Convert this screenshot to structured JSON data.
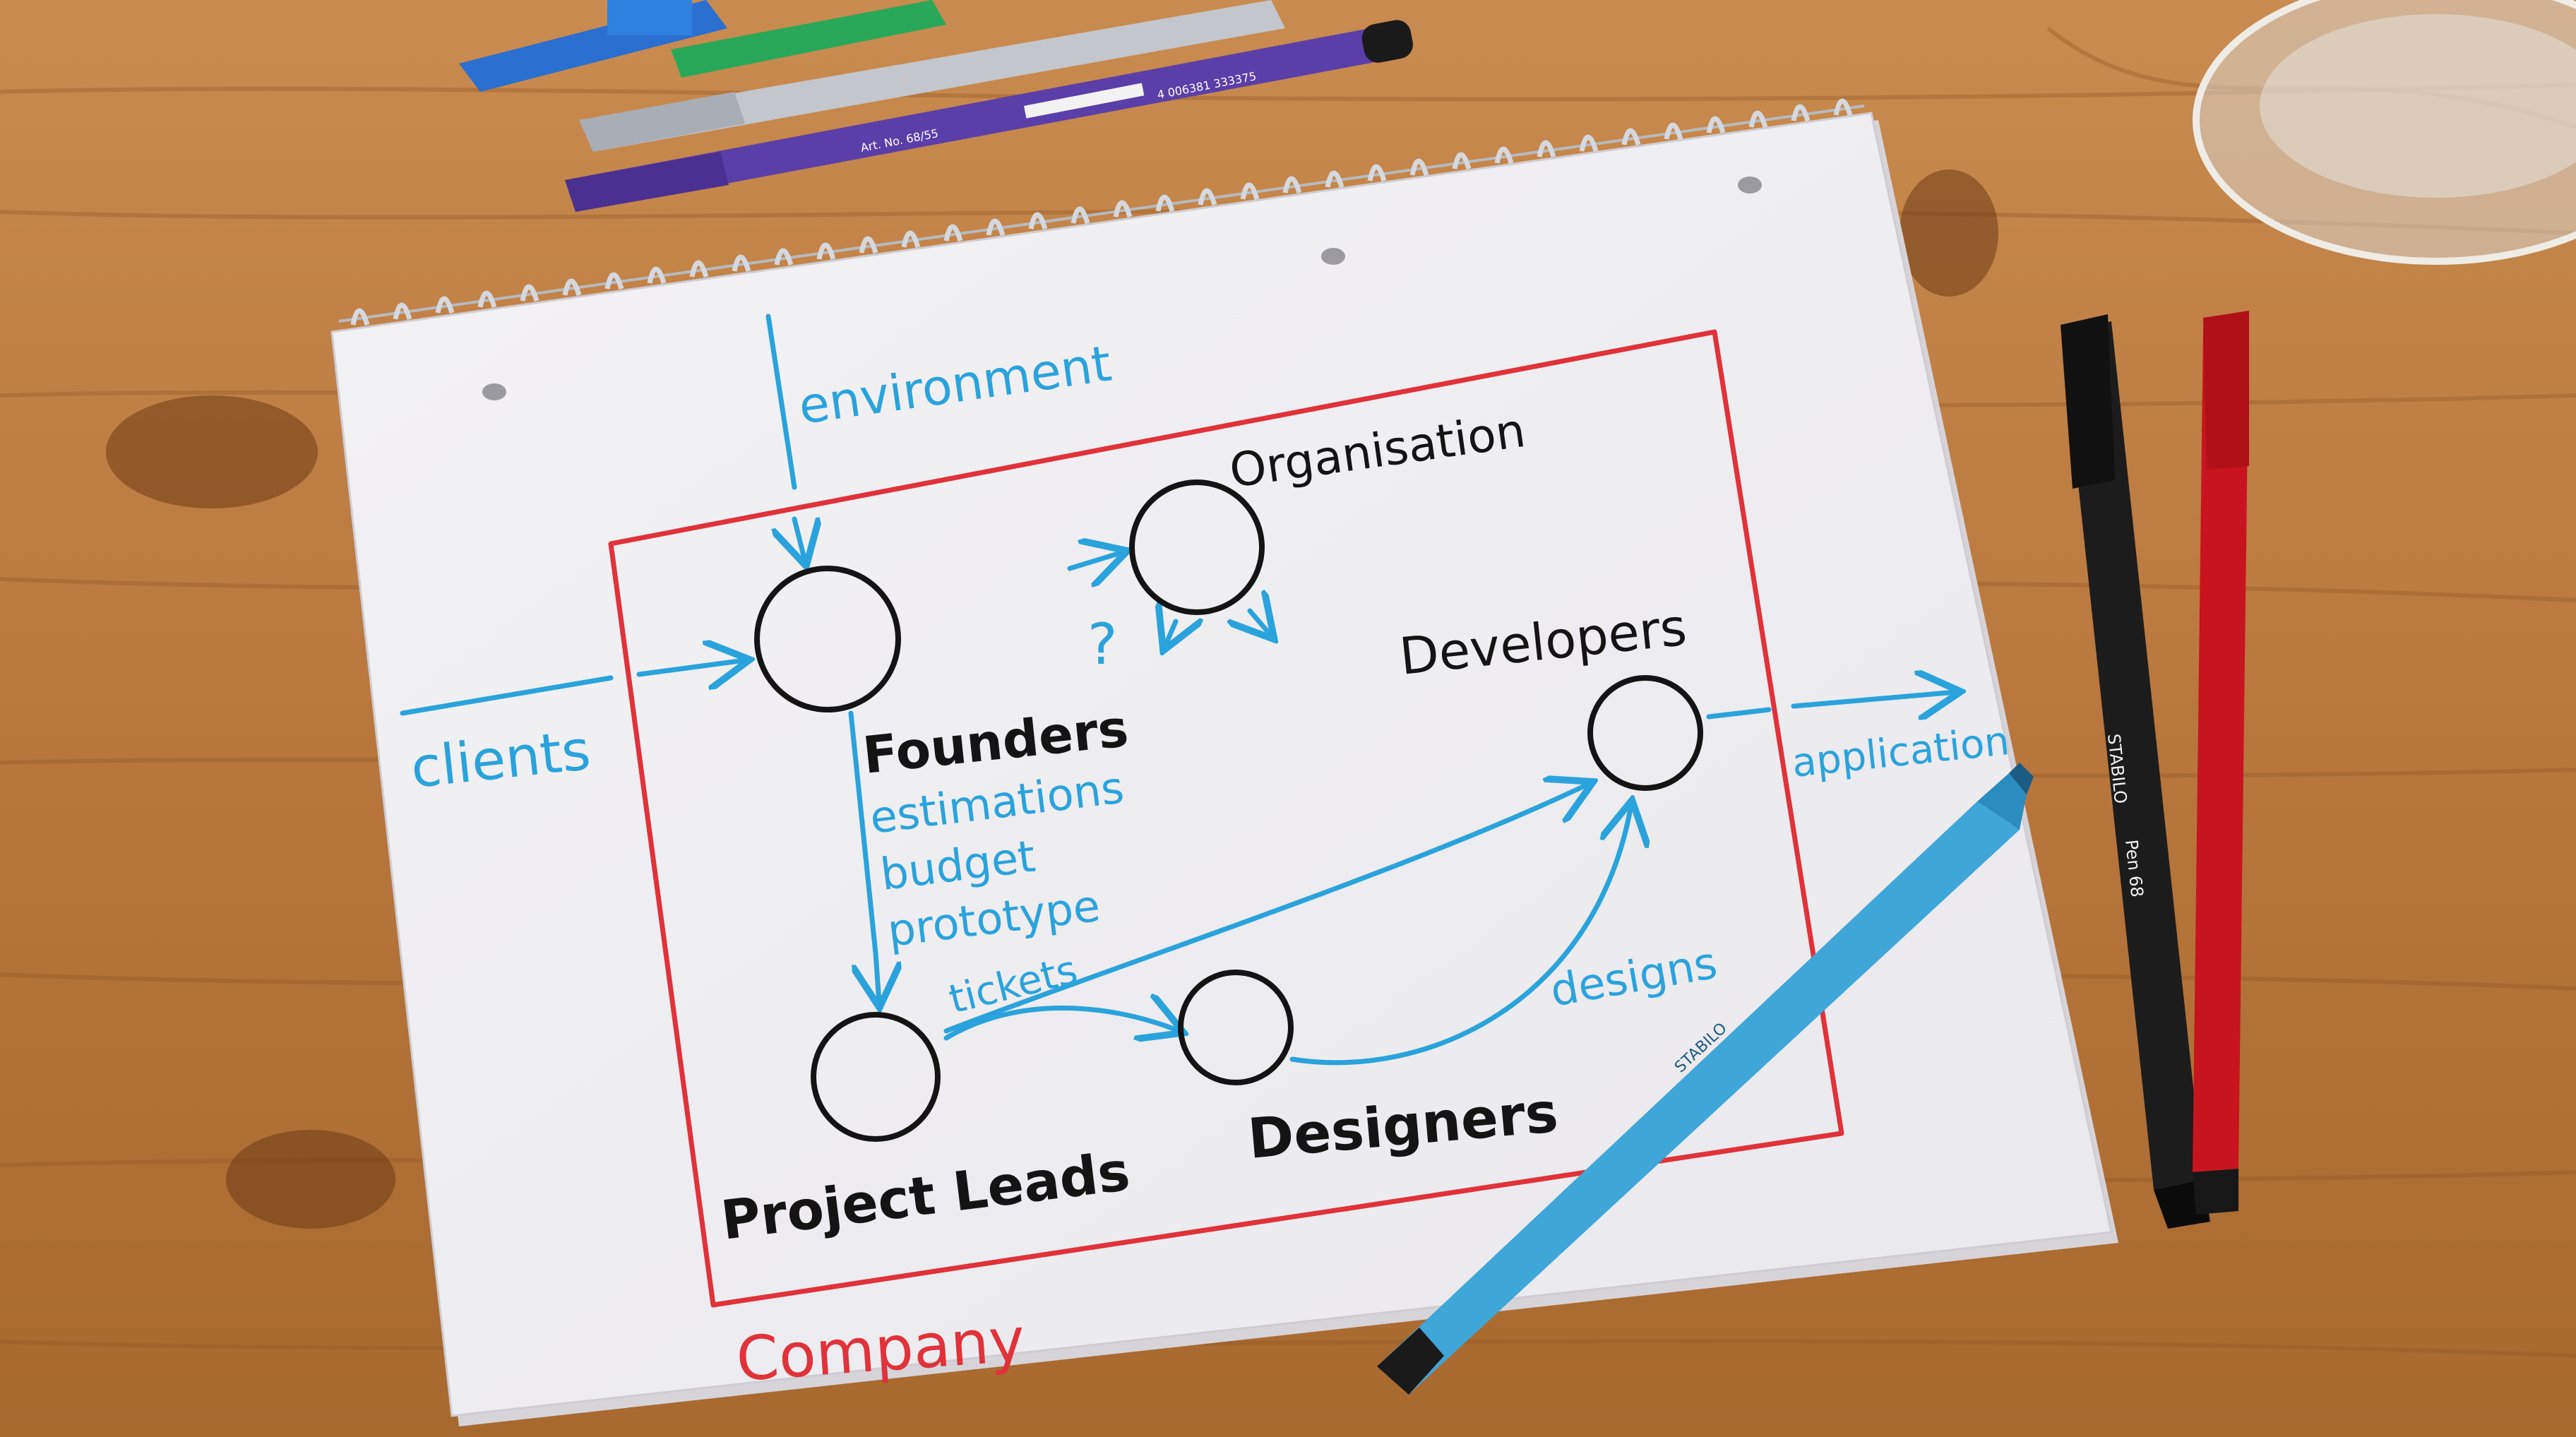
{
  "sketch": {
    "environment": "environment",
    "organisation": "Organisation",
    "question_mark": "?",
    "clients": "clients",
    "founders": "Founders",
    "founders_outputs": [
      "estimations",
      "budget",
      "prototype"
    ],
    "tickets": "tickets",
    "developers": "Developers",
    "application": "application",
    "designs": "designs",
    "project_leads": "Project Leads",
    "designers": "Designers",
    "company": "Company"
  },
  "pens": {
    "pen_brand": "STABILO",
    "pen_model": "Pen 68",
    "pen_label": "Art. No. 68/55",
    "barcode_number": "4 006381 333375"
  },
  "colors": {
    "wood": "#b9783f",
    "paper": "#f4f3f6",
    "ink_black": "#141414",
    "ink_blue": "#2aa3dc",
    "ink_red": "#e0323a",
    "pen_lightblue": "#3fa6d8",
    "pen_black": "#1c1c1c",
    "pen_red": "#c8141e"
  }
}
